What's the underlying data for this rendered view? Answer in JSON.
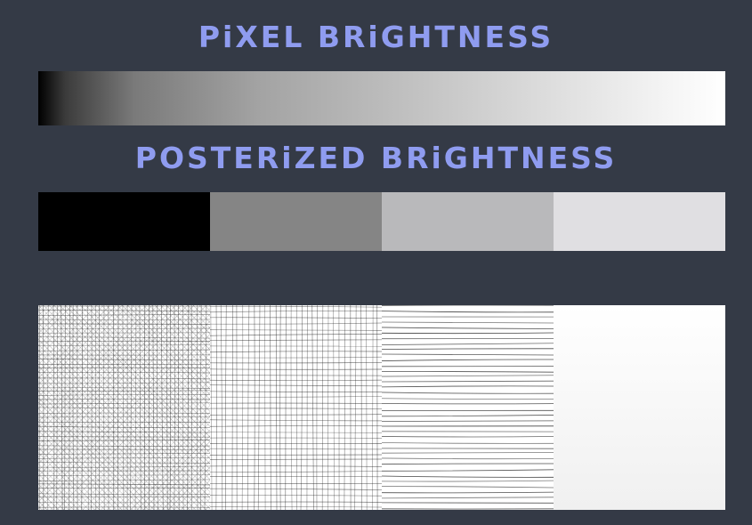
{
  "titles": {
    "pixel": "PiXEL BRiGHTNESS",
    "posterized": "POSTERiZED BRiGHTNESS"
  },
  "colors": {
    "background": "#343a46",
    "title": "#8f9cf0",
    "stroke": "#1a1a1a"
  },
  "poster_levels": [
    "#000000",
    "#858585",
    "#b9b9bb",
    "#e0dfe2"
  ],
  "hatch_styles": [
    "dense-crosshatch",
    "medium-crosshatch",
    "horizontal-lines",
    "blank"
  ]
}
